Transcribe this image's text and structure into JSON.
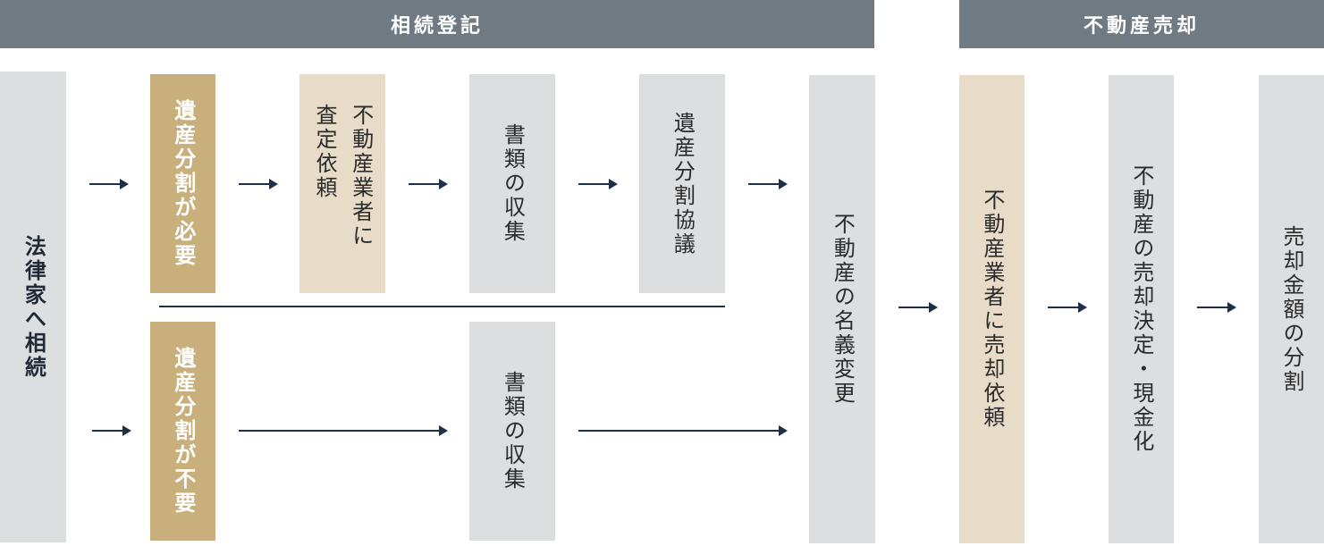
{
  "headers": {
    "souzoku": "相続登記",
    "baikyaku": "不動産売却"
  },
  "boxes": {
    "consult": "法律家へ相続",
    "bunkatsu_hitsuyo": "遺産分割が必要",
    "satei_irai": "不動産業者に査定依頼",
    "shorui_shushu_1": "書類の収集",
    "bunkatsu_kyogi": "遺産分割協議",
    "bunkatsu_fuyo": "遺産分割が不要",
    "shorui_shushu_2": "書類の収集",
    "meigi_henko": "不動産の名義変更",
    "baikyaku_irai": "不動産業者に売却依頼",
    "baikyaku_kettei": "不動産の売却決定・現金化",
    "kingaku_bunkatsu": "売却金額の分割"
  },
  "colors": {
    "header": "#6f7a83",
    "gray_box": "#dcdedf",
    "beige_box": "#e8dcc9",
    "gold_box": "#c8af7b",
    "arrow": "#1d3047"
  }
}
